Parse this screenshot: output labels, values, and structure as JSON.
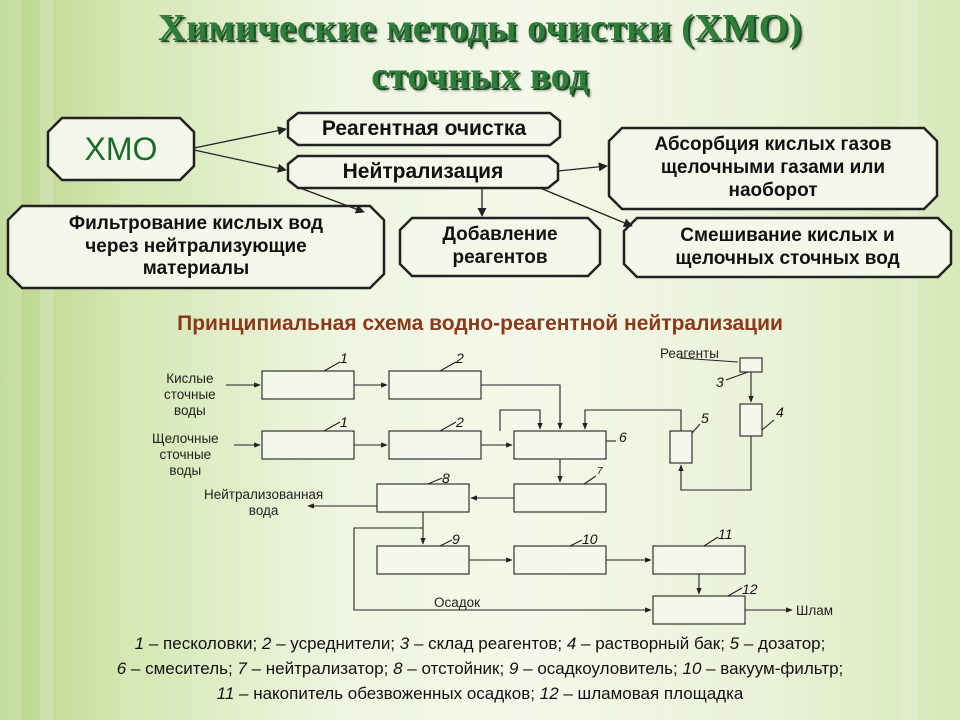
{
  "title": {
    "line1": "Химические методы очистки (ХМО)",
    "line2": "сточных вод"
  },
  "top_diagram": {
    "xmo": "ХМО",
    "reagent": "Реагентная очистка",
    "neutral": "Нейтрализация",
    "absorb": [
      "Абсорбция кислых газов",
      "щелочными газами или",
      "наоборот"
    ],
    "filter": [
      "Фильтрование кислых вод",
      "через нейтрализующие",
      "материалы"
    ],
    "add": [
      "Добавление",
      "реагентов"
    ],
    "mix": [
      "Смешивание кислых и",
      "щелочных сточных вод"
    ]
  },
  "scheme": {
    "subtitle": "Принципиальная схема водно-реагентной нейтрализации",
    "inputs": {
      "acid": [
        "Кислые",
        "сточные",
        "воды"
      ],
      "alkali": [
        "Щелочные",
        "сточные",
        "воды"
      ],
      "reagents": "Реагенты"
    },
    "outputs": {
      "neutral_water": [
        "Нейтрализованная",
        "вода"
      ],
      "sediment": "Осадок",
      "sludge": "Шлам"
    },
    "numbers": {
      "n1a": "1",
      "n2a": "2",
      "n1b": "1",
      "n2b": "2",
      "n3": "3",
      "n4": "4",
      "n5": "5",
      "n6": "6",
      "n7": "7",
      "n8": "8",
      "n9": "9",
      "n10": "10",
      "n11": "11",
      "n12": "12"
    }
  },
  "legend": {
    "l1": [
      {
        "n": "1",
        "t": " – песколовки; "
      },
      {
        "n": "2",
        "t": " – усреднители; "
      },
      {
        "n": "3",
        "t": " – склад реагентов; "
      },
      {
        "n": "4",
        "t": " – растворный бак; "
      },
      {
        "n": "5",
        "t": " – дозатор;"
      }
    ],
    "l2": [
      {
        "n": "6",
        "t": " – смеситель; "
      },
      {
        "n": "7",
        "t": " – нейтрализатор; "
      },
      {
        "n": "8",
        "t": " – отстойник; "
      },
      {
        "n": "9",
        "t": " – осадкоуловитель; "
      },
      {
        "n": "10",
        "t": " – вакуум-фильтр;"
      }
    ],
    "l3": [
      {
        "n": "11",
        "t": " – накопитель обезвоженных осадков; "
      },
      {
        "n": "12",
        "t": " – шламовая площадка"
      }
    ]
  },
  "colors": {
    "title": "#2e7d3a",
    "subtitle": "#8a3a1a",
    "box_fill": "#f3f8ea",
    "box_border": "#222222"
  }
}
